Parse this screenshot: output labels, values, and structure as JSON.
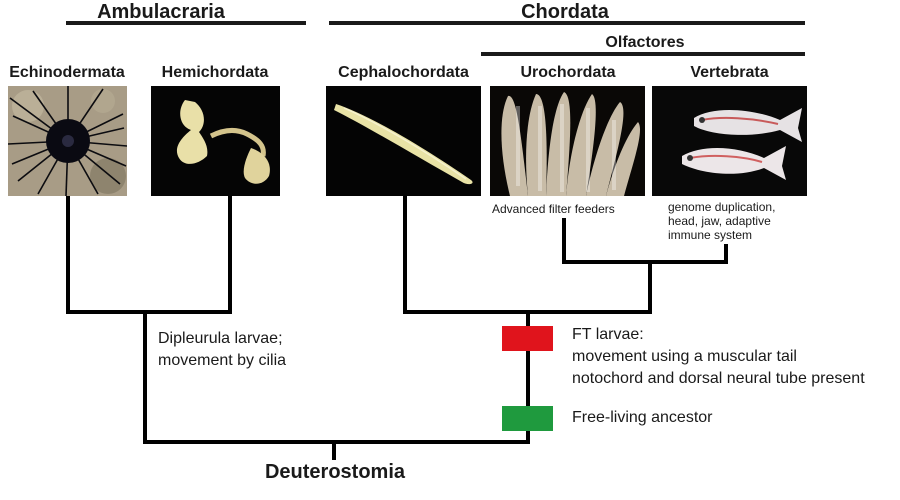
{
  "groups": {
    "ambulacraria": "Ambulacraria",
    "chordata": "Chordata",
    "olfactores": "Olfactores"
  },
  "taxa": {
    "echinodermata": "Echinodermata",
    "hemichordata": "Hemichordata",
    "cephalochordata": "Cephalochordata",
    "urochordata": "Urochordata",
    "vertebrata": "Vertebrata"
  },
  "notes": {
    "urochordata": "Advanced filter feeders",
    "vertebrata": [
      "genome duplication,",
      "head, jaw, adaptive",
      "immune system"
    ],
    "dipleurula": [
      "Dipleurula larvae;",
      "movement by cilia"
    ],
    "ft_larvae": [
      "FT larvae:",
      "movement using a muscular tail",
      "notochord and dorsal neural tube present"
    ],
    "free_living": "Free-living ancestor"
  },
  "root": "Deuterostomia",
  "colors": {
    "ft_marker": "#e0141c",
    "ancestor_marker": "#1f9a3e"
  },
  "images": {
    "echinodermata": "sea-urchin",
    "hemichordata": "acorn-worm",
    "cephalochordata": "lancelet",
    "urochordata": "sea-squirt",
    "vertebrata": "zebrafish"
  }
}
